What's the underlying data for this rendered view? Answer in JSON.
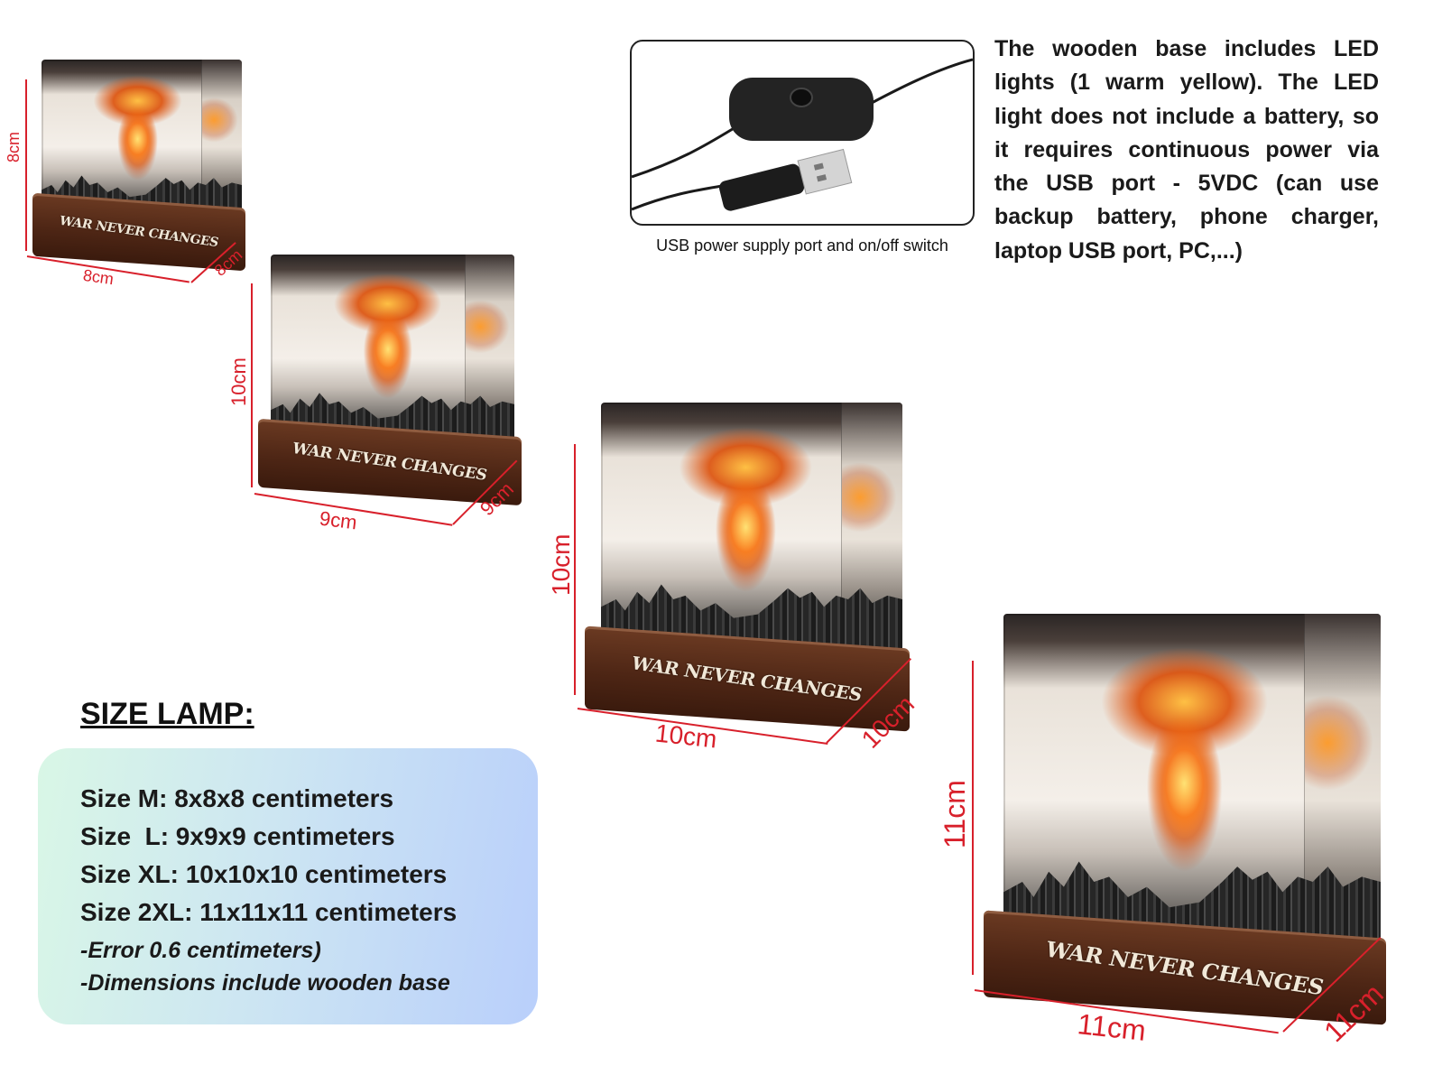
{
  "lamps": {
    "m": {
      "engraving": "WAR NEVER CHANGES",
      "height_label": "8cm",
      "width_label": "8cm",
      "depth_label": "8cm"
    },
    "l": {
      "engraving": "WAR NEVER CHANGES",
      "height_label": "10cm",
      "width_label": "9cm",
      "depth_label": "9cm"
    },
    "xl": {
      "engraving": "WAR NEVER CHANGES",
      "height_label": "10cm",
      "width_label": "10cm",
      "depth_label": "10cm"
    },
    "xxl": {
      "engraving": "WAR NEVER CHANGES",
      "height_label": "11cm",
      "width_label": "11cm",
      "depth_label": "11cm"
    }
  },
  "cable": {
    "caption": "USB power supply port and on/off switch"
  },
  "info": {
    "text": "The wooden base includes LED lights (1 warm yellow). The LED light does not include a battery, so it requires continuous power via the USB port - 5VDC (can use backup battery, phone charger, laptop USB port, PC,...)"
  },
  "sizes": {
    "heading": "SIZE LAMP:",
    "lines": [
      "Size M: 8x8x8 centimeters",
      "Size  L: 9x9x9 centimeters",
      "Size XL: 10x10x10 centimeters",
      "Size 2XL: 11x11x11 centimeters"
    ],
    "notes": [
      "-Error 0.6 centimeters)",
      "-Dimensions include wooden base"
    ]
  },
  "colors": {
    "dimension": "#d8202b",
    "wood": "#4e2615",
    "panel_start": "#d9f7e6",
    "panel_end": "#b9cffb"
  }
}
